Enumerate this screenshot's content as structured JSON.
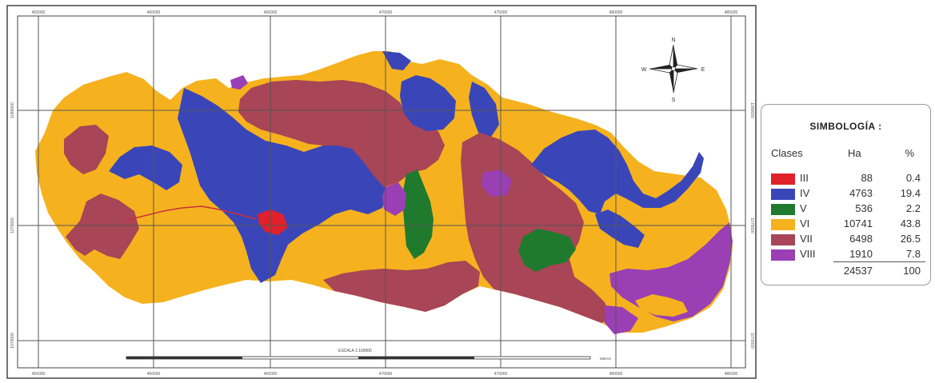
{
  "map": {
    "top_ticks": [
      "455000",
      "460000",
      "465000",
      "470000",
      "475000",
      "480000",
      "485000"
    ],
    "bottom_ticks": [
      "455000",
      "460000",
      "465000",
      "470000",
      "475000",
      "480000",
      "485000"
    ],
    "left_ticks": [
      "1080000",
      "1075000",
      "1070000"
    ],
    "right_ticks": [
      "1080000",
      "1075000",
      "1070000"
    ],
    "scale_text": "ESCALA 1:100000",
    "scale_unit": "Metros",
    "compass": {
      "n": "N",
      "s": "S",
      "e": "E",
      "w": "W"
    }
  },
  "legend": {
    "title": "SIMBOLOGÍA :",
    "col_clases": "Clases",
    "col_ha": "Ha",
    "col_pct": "%",
    "rows": [
      {
        "clase": "III",
        "ha": "88",
        "pct": "0.4",
        "color": "#e0202a"
      },
      {
        "clase": "IV",
        "ha": "4763",
        "pct": "19.4",
        "color": "#3a46b8"
      },
      {
        "clase": "V",
        "ha": "536",
        "pct": "2.2",
        "color": "#1f7a2e"
      },
      {
        "clase": "VI",
        "ha": "10741",
        "pct": "43.8",
        "color": "#f5b21e"
      },
      {
        "clase": "VII",
        "ha": "6498",
        "pct": "26.5",
        "color": "#a84556"
      },
      {
        "clase": "VIII",
        "ha": "1910",
        "pct": "7.8",
        "color": "#9a3fb4"
      }
    ],
    "total_ha": "24537",
    "total_pct": "100"
  },
  "colors": {
    "class_III": "#e0202a",
    "class_IV": "#3a46b8",
    "class_V": "#1f7a2e",
    "class_VI": "#f5b21e",
    "class_VII": "#a84556",
    "class_VIII": "#9a3fb4"
  }
}
